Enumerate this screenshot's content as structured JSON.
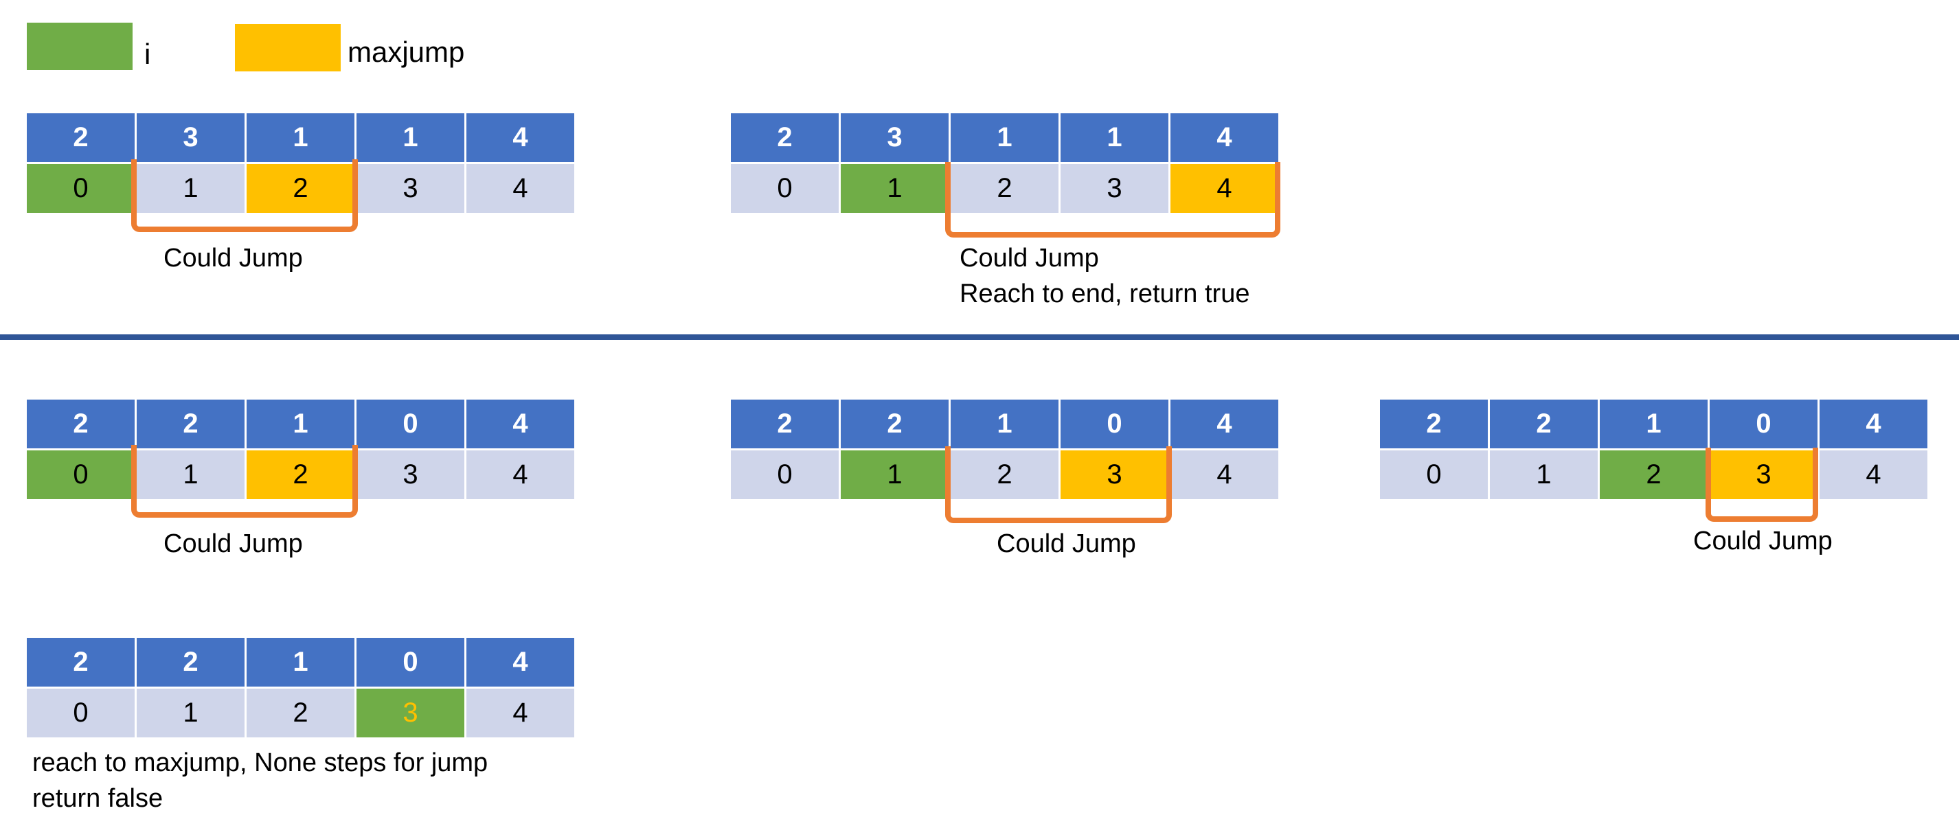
{
  "legend": {
    "i_label": "i",
    "maxjump_label": "maxjump",
    "i_color": "#70AD47",
    "maxjump_color": "#FFC000"
  },
  "colors": {
    "header": "#4472C4",
    "index_cell": "#CFD5EA",
    "bracket": "#ED7D31",
    "divider": "#2F5597"
  },
  "diagrams": [
    {
      "values": [
        "2",
        "3",
        "1",
        "1",
        "4"
      ],
      "indices": [
        "0",
        "1",
        "2",
        "3",
        "4"
      ],
      "i_index": 0,
      "maxjump_index": 2,
      "caption": [
        "Could Jump"
      ]
    },
    {
      "values": [
        "2",
        "3",
        "1",
        "1",
        "4"
      ],
      "indices": [
        "0",
        "1",
        "2",
        "3",
        "4"
      ],
      "i_index": 1,
      "maxjump_index": 4,
      "caption": [
        "Could Jump",
        "Reach to end, return true"
      ]
    },
    {
      "values": [
        "2",
        "2",
        "1",
        "0",
        "4"
      ],
      "indices": [
        "0",
        "1",
        "2",
        "3",
        "4"
      ],
      "i_index": 0,
      "maxjump_index": 2,
      "caption": [
        "Could Jump"
      ]
    },
    {
      "values": [
        "2",
        "2",
        "1",
        "0",
        "4"
      ],
      "indices": [
        "0",
        "1",
        "2",
        "3",
        "4"
      ],
      "i_index": 1,
      "maxjump_index": 3,
      "caption": [
        "Could Jump"
      ]
    },
    {
      "values": [
        "2",
        "2",
        "1",
        "0",
        "4"
      ],
      "indices": [
        "0",
        "1",
        "2",
        "3",
        "4"
      ],
      "i_index": 2,
      "maxjump_index": 3,
      "caption": [
        "Could Jump"
      ]
    },
    {
      "values": [
        "2",
        "2",
        "1",
        "0",
        "4"
      ],
      "indices": [
        "0",
        "1",
        "2",
        "3",
        "4"
      ],
      "i_index": 3,
      "maxjump_index": 3,
      "caption": [
        "reach to maxjump, None steps for jump",
        "return false"
      ]
    }
  ]
}
